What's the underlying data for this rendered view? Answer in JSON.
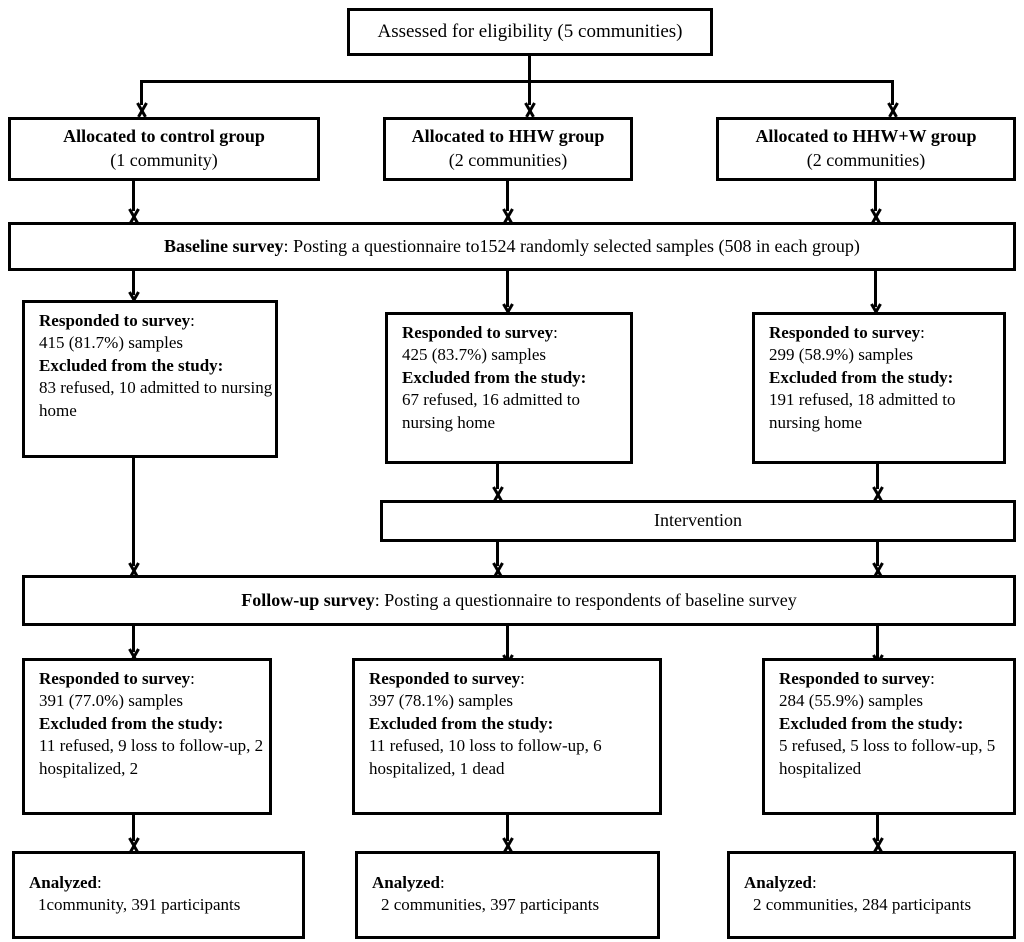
{
  "diagram": {
    "title": "CONSORT participant flow diagram",
    "colors": {
      "line": "#000000",
      "box_fill": "#ffffff",
      "text": "#000000"
    }
  },
  "enrollment": {
    "assessed": "Assessed for eligibility (5 communities)"
  },
  "allocation": [
    {
      "heading": "Allocated to control group",
      "detail": "(1 community)"
    },
    {
      "heading": "Allocated to HHW group",
      "detail": "(2 communities)"
    },
    {
      "heading": "Allocated to HHW+W group",
      "detail": "(2 communities)"
    }
  ],
  "baseline_bar": {
    "label": "Baseline survey",
    "separator": ": ",
    "text": "Posting a questionnaire to1524 randomly selected samples (508 in each group)"
  },
  "baseline_results": [
    {
      "responded_label": "Responded to survey",
      "responded_sep": ":",
      "responded_value": "415 (81.7%) samples",
      "excluded_label": "Excluded from the study:",
      "excluded_value": "83 refused, 10 admitted to nursing home"
    },
    {
      "responded_label": "Responded to survey",
      "responded_sep": ":",
      "responded_value": "425 (83.7%) samples",
      "excluded_label": "Excluded from the study:",
      "excluded_value": "67 refused, 16 admitted to nursing home"
    },
    {
      "responded_label": "Responded to survey",
      "responded_sep": ":",
      "responded_value": "299 (58.9%) samples",
      "excluded_label": "Excluded from the study:",
      "excluded_value": "191 refused, 18 admitted to nursing home"
    }
  ],
  "intervention": {
    "label": "Intervention"
  },
  "followup_bar": {
    "label": "Follow-up survey",
    "separator": ": ",
    "text": "Posting a questionnaire to respondents of baseline survey"
  },
  "followup_results": [
    {
      "responded_label": "Responded to survey",
      "responded_sep": ":",
      "responded_value": "391 (77.0%) samples",
      "excluded_label": "Excluded from the study:",
      "excluded_value": "11 refused, 9 loss to follow-up, 2 hospitalized, 2"
    },
    {
      "responded_label": "Responded to survey",
      "responded_sep": ":",
      "responded_value": "397 (78.1%) samples",
      "excluded_label": "Excluded from the study:",
      "excluded_value": "11 refused, 10 loss to follow-up, 6 hospitalized, 1 dead"
    },
    {
      "responded_label": "Responded to survey",
      "responded_sep": ":",
      "responded_value": "284 (55.9%) samples",
      "excluded_label": "Excluded from the study:",
      "excluded_value": "5 refused, 5 loss to follow-up, 5 hospitalized"
    }
  ],
  "analyzed": [
    {
      "label": "Analyzed",
      "separator": ":",
      "value": "1community, 391 participants"
    },
    {
      "label": "Analyzed",
      "separator": ":",
      "value": "2 communities, 397 participants"
    },
    {
      "label": "Analyzed",
      "separator": ":",
      "value": "2 communities, 284 participants"
    }
  ]
}
